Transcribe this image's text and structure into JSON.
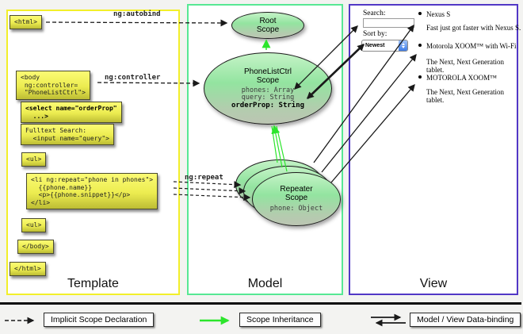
{
  "panels": {
    "template": {
      "label": "Template"
    },
    "model": {
      "label": "Model"
    },
    "view": {
      "label": "View"
    }
  },
  "template_code": {
    "html_open": "<html>",
    "body_open": [
      "<body",
      " ng:controller=",
      " \"PhoneListCtrl\">"
    ],
    "select": [
      "<select name=\"orderProp\"",
      "  ...>"
    ],
    "fulltext": [
      "Fulltext Search:",
      "  <input name=\"query\">"
    ],
    "ul_open": "<ul>",
    "li_repeat": [
      "<li ng:repeat=\"phone in phones\">",
      "  {{phone.name}}",
      "  <p>{{phone.snippet}}</p>",
      "</li>"
    ],
    "ul_close": "<ul>",
    "body_close": "</body>",
    "html_close": "</html>"
  },
  "arrow_labels": {
    "autobind": "ng:autobind",
    "controller": "ng:controller",
    "repeat": "ng:repeat"
  },
  "model": {
    "root_scope": {
      "title1": "Root",
      "title2": "Scope"
    },
    "phonelist_scope": {
      "title1": "PhoneListCtrl",
      "title2": "Scope",
      "props": [
        "phones: Array",
        "query: String"
      ],
      "bold_prop": "orderProp: String"
    },
    "repeater_scope": {
      "title1": "Repeater",
      "title2": "Scope",
      "prop": "phone: Object"
    }
  },
  "view": {
    "search_label": "Search:",
    "search_value": "",
    "sort_label": "Sort by:",
    "sort_value": "Newest",
    "items": [
      {
        "name": "Nexus S",
        "desc": "Fast just got faster with Nexus S."
      },
      {
        "name": "Motorola XOOM™ with Wi-Fi",
        "desc": "The Next, Next Generation tablet."
      },
      {
        "name": "MOTOROLA XOOM™",
        "desc": "The Next, Next Generation tablet."
      }
    ]
  },
  "legend": {
    "implicit": "Implicit Scope Declaration",
    "inheritance": "Scope Inheritance",
    "databinding": "Model / View Data-binding"
  },
  "colors": {
    "template_border": "#f2ef2a",
    "model_border": "#57e894",
    "view_border": "#5138c6",
    "code_box_fill": "#ecec50",
    "scope_fill": "#93e4a0",
    "inheritance_arrow": "#2ce52c",
    "arrow_black": "#1a1a1a"
  }
}
